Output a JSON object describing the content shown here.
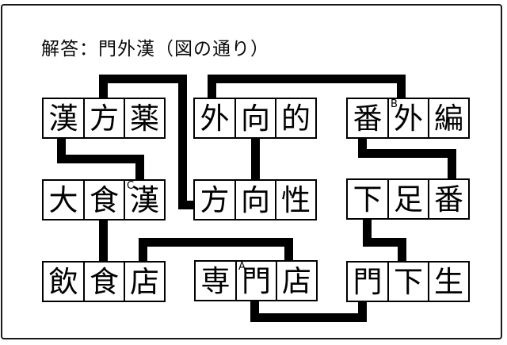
{
  "title": "解答：門外漢（図の通り）",
  "answer_word": "門外漢",
  "diagram": {
    "boxes": [
      {
        "name": "kanpouyaku",
        "word": "漢方薬",
        "chars": [
          "漢",
          "方",
          "薬"
        ]
      },
      {
        "name": "gaikouteki",
        "word": "外向的",
        "chars": [
          "外",
          "向",
          "的"
        ]
      },
      {
        "name": "bangaihen",
        "word": "番外編",
        "chars": [
          "番",
          "外",
          "編"
        ],
        "sup_label": "B",
        "sup_index": 1
      },
      {
        "name": "taishokukan",
        "word": "大食漢",
        "chars": [
          "大",
          "食",
          "漢"
        ],
        "sup_label": "C",
        "sup_index": 2
      },
      {
        "name": "houkousei",
        "word": "方向性",
        "chars": [
          "方",
          "向",
          "性"
        ]
      },
      {
        "name": "gesokuban",
        "word": "下足番",
        "chars": [
          "下",
          "足",
          "番"
        ]
      },
      {
        "name": "inshokuten",
        "word": "飲食店",
        "chars": [
          "飲",
          "食",
          "店"
        ]
      },
      {
        "name": "senmonten",
        "word": "専門店",
        "chars": [
          "専",
          "門",
          "店"
        ],
        "sup_label": "A",
        "sup_index": 1
      },
      {
        "name": "monkasei",
        "word": "門下生",
        "chars": [
          "門",
          "下",
          "生"
        ]
      }
    ],
    "connections": [
      {
        "from": "漢方薬:方",
        "to": "方向性:方"
      },
      {
        "from": "外向的:外",
        "to": "番外編:外"
      },
      {
        "from": "外向的:向",
        "to": "方向性:向"
      },
      {
        "from": "漢方薬:漢",
        "to": "大食漢:漢"
      },
      {
        "from": "番外編:番",
        "to": "下足番:番"
      },
      {
        "from": "大食漢:食",
        "to": "飲食店:食"
      },
      {
        "from": "下足番:下",
        "to": "門下生:下"
      },
      {
        "from": "飲食店:店",
        "to": "専門店:店"
      },
      {
        "from": "専門店:門",
        "to": "門下生:門"
      }
    ],
    "colors": {
      "line": "#000000",
      "box_border": "#000000",
      "frame_border": "#1a1a1a",
      "background": "#ffffff"
    }
  }
}
